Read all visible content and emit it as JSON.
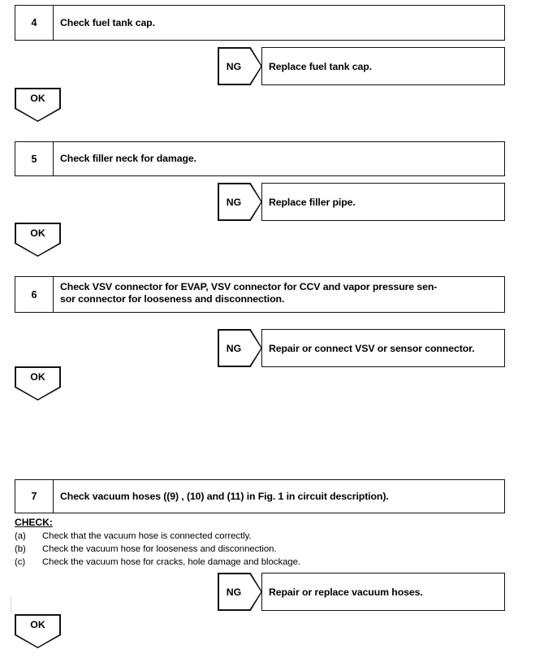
{
  "document": {
    "type": "diagnostic-flowchart",
    "background_color": "#ffffff",
    "line_color": "#111111",
    "text_color": "#000000"
  },
  "labels": {
    "ng": "NG",
    "ok": "OK",
    "check_title": "CHECK:"
  },
  "steps": [
    {
      "number": "4",
      "text": "Check fuel tank cap.",
      "ng_label": "NG",
      "ng_result": "Replace fuel tank cap.",
      "ok_label": "OK"
    },
    {
      "number": "5",
      "text": "Check filler neck for damage.",
      "ng_label": "NG",
      "ng_result": "Replace filler pipe.",
      "ok_label": "OK"
    },
    {
      "number": "6",
      "text": "Check VSV connector for EVAP, VSV connector for CCV and vapor pressure sen-sor connector for looseness and disconnection.",
      "text_line1": "Check VSV connector for EVAP, VSV connector for CCV and vapor pressure sen-",
      "text_line2": "sor connector for looseness and disconnection.",
      "ng_label": "NG",
      "ng_result": "Repair or connect VSV or sensor connector.",
      "ok_label": "OK"
    },
    {
      "number": "7",
      "text": "Check vacuum hoses ((9) , (10) and (11) in Fig. 1 in circuit description).",
      "ng_label": "NG",
      "ng_result": "Repair or replace vacuum hoses.",
      "ok_label": "OK"
    }
  ],
  "check_block": {
    "title": "CHECK:",
    "items": [
      {
        "marker": "(a)",
        "text": "Check that the vacuum hose is connected correctly."
      },
      {
        "marker": "(b)",
        "text": "Check the vacuum hose for looseness and disconnection."
      },
      {
        "marker": "(c)",
        "text": "Check the vacuum hose for cracks, hole damage and blockage."
      }
    ]
  }
}
